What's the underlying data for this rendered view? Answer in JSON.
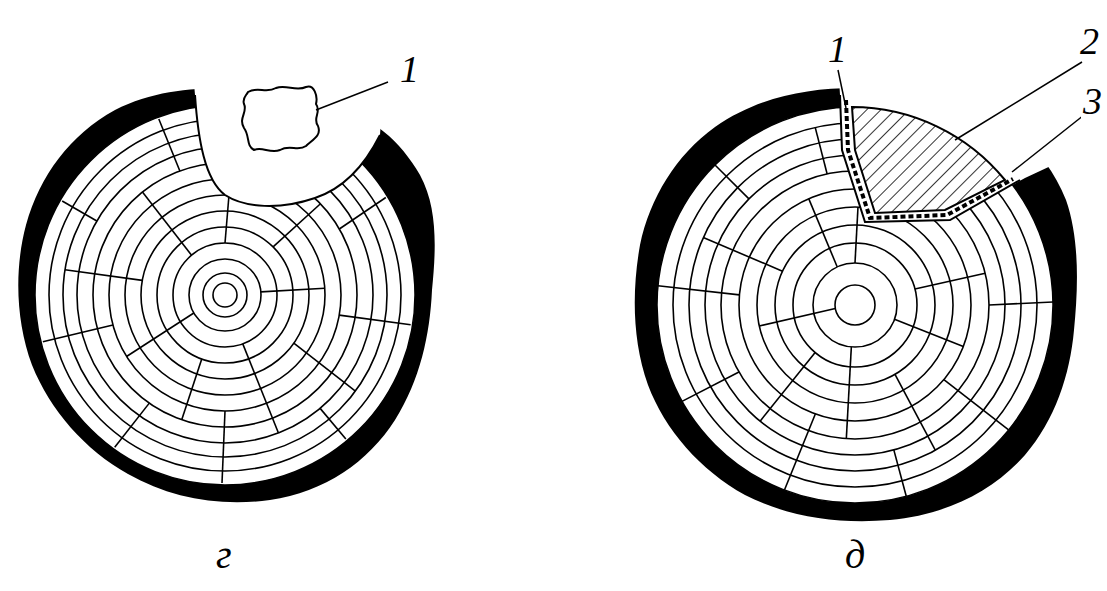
{
  "diagram": {
    "labels": [
      "1",
      "г",
      "1",
      "2",
      "3",
      "д"
    ]
  }
}
